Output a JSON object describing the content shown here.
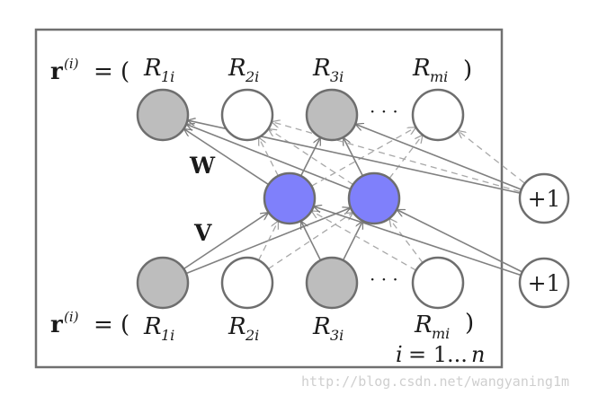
{
  "top_row": {
    "r_symbol": "r",
    "r_superscript": "(i)",
    "equals_open": "= (",
    "labels": [
      {
        "base": "R",
        "sub": "1i"
      },
      {
        "base": "R",
        "sub": "2i"
      },
      {
        "base": "R",
        "sub": "3i"
      },
      {
        "base": "R",
        "sub": "mi"
      }
    ],
    "close_paren": ")",
    "ellipsis": "· · ·"
  },
  "bottom_row": {
    "r_symbol": "r",
    "r_superscript": "(i)",
    "equals_open": "= (",
    "labels": [
      {
        "base": "R",
        "sub": "1i"
      },
      {
        "base": "R",
        "sub": "2i"
      },
      {
        "base": "R",
        "sub": "3i"
      },
      {
        "base": "R",
        "sub": "mi"
      }
    ],
    "close_paren": ")",
    "ellipsis": "· · ·"
  },
  "weights": {
    "w_label": "W",
    "v_label": "V"
  },
  "bias_nodes": [
    {
      "label": "+1"
    },
    {
      "label": "+1"
    }
  ],
  "index_range": {
    "var": "i",
    "text": "= 1...",
    "end": "n"
  },
  "watermark": "http://blog.csdn.net/wangyaning1m",
  "colors": {
    "observed_node": "#bdbdbd",
    "missing_node": "#ffffff",
    "hidden_node": "#7f80fb",
    "node_stroke": "#6e6e6e",
    "frame": "#707070",
    "solid_arrow": "#808080",
    "dashed_arrow": "#a8a8a8",
    "watermark": "#cfcfcf"
  }
}
